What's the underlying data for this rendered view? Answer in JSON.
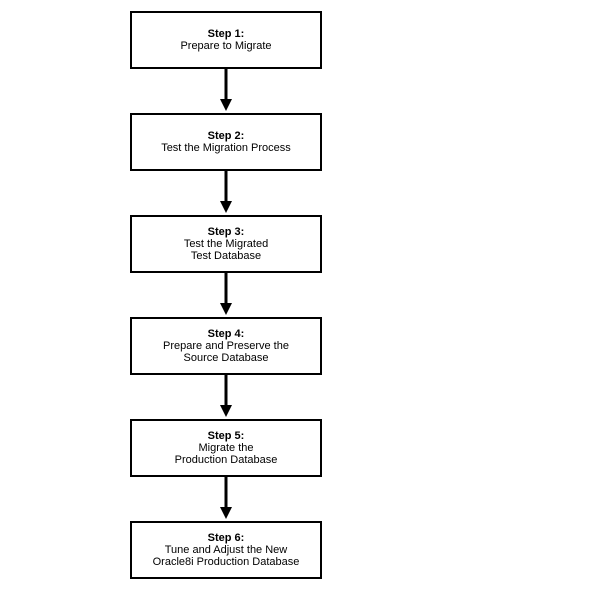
{
  "steps": [
    {
      "title": "Step 1:",
      "lines": [
        "Prepare to Migrate"
      ]
    },
    {
      "title": "Step 2:",
      "lines": [
        "Test the Migration Process"
      ]
    },
    {
      "title": "Step 3:",
      "lines": [
        "Test the Migrated",
        "Test Database"
      ]
    },
    {
      "title": "Step 4:",
      "lines": [
        "Prepare and Preserve the",
        "Source Database"
      ]
    },
    {
      "title": "Step 5:",
      "lines": [
        "Migrate the",
        "Production Database"
      ]
    },
    {
      "title": "Step 6:",
      "lines": [
        "Tune and Adjust the New",
        "Oracle8i Production Database"
      ]
    }
  ],
  "colors": {
    "border": "#000000",
    "text": "#000000",
    "background": "#ffffff"
  }
}
